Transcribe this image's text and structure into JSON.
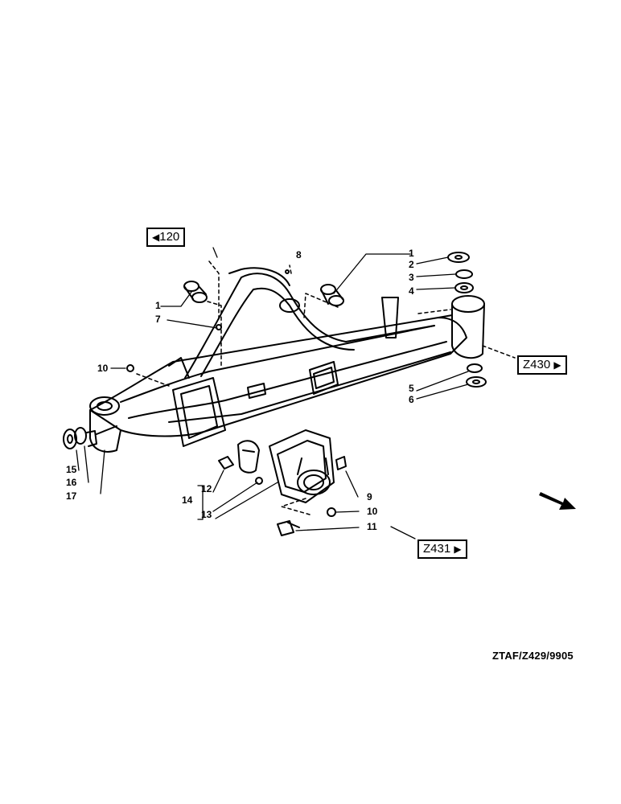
{
  "references": {
    "ref_120": {
      "arrow": "◀",
      "label": "120"
    },
    "ref_z430": {
      "label": "Z430",
      "arrow": "▶"
    },
    "ref_z431": {
      "label": "Z431",
      "arrow": "▶"
    }
  },
  "callouts": {
    "c1a": "1",
    "c2": "2",
    "c3": "3",
    "c4": "4",
    "c5": "5",
    "c6": "6",
    "c8": "8",
    "c1b": "1",
    "c7": "7",
    "c10a": "10",
    "c15": "15",
    "c16": "16",
    "c17": "17",
    "c12": "12",
    "c14": "14",
    "c13": "13",
    "c9": "9",
    "c10b": "10",
    "c11": "11"
  },
  "drawing_code": "ZTAF/Z429/9905",
  "icons": {
    "direction_arrow": "arrow-down-right-icon"
  },
  "colors": {
    "ink": "#000000",
    "paper": "#ffffff"
  }
}
